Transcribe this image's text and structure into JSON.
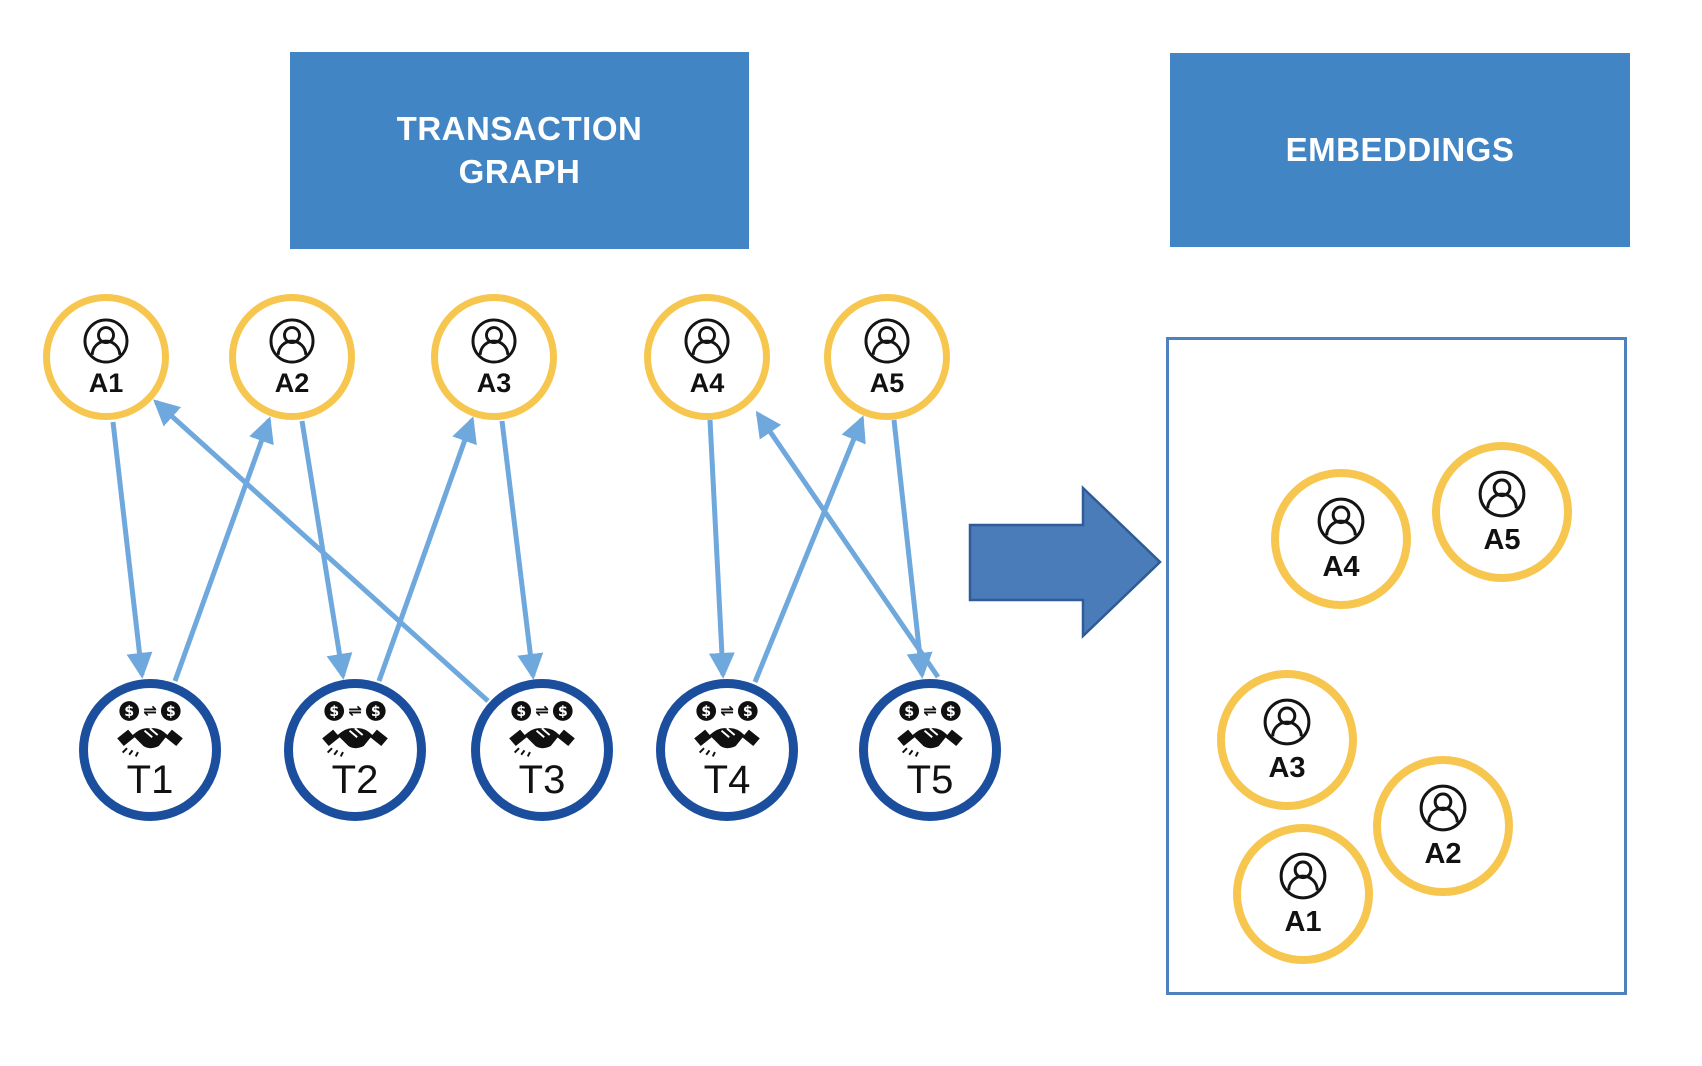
{
  "titles": {
    "transaction_graph": {
      "line1": "TRANSACTION",
      "line2": "GRAPH"
    },
    "embeddings": "EMBEDDINGS"
  },
  "colors": {
    "title_box_fill": "#4285C4",
    "title_text": "#FFFFFF",
    "account_ring_yellow": "#F6C64E",
    "transaction_ring_navy": "#1B4F9E",
    "edge_arrow_blue": "#6FA8DC",
    "block_arrow_fill": "#4A7CBA",
    "block_arrow_border": "#2F5B96",
    "embedding_box_border": "#4E81BD",
    "label_text": "#111111"
  },
  "transaction_graph": {
    "accounts": [
      {
        "id": "A1",
        "label": "A1"
      },
      {
        "id": "A2",
        "label": "A2"
      },
      {
        "id": "A3",
        "label": "A3"
      },
      {
        "id": "A4",
        "label": "A4"
      },
      {
        "id": "A5",
        "label": "A5"
      }
    ],
    "transactions": [
      {
        "id": "T1",
        "label": "T1"
      },
      {
        "id": "T2",
        "label": "T2"
      },
      {
        "id": "T3",
        "label": "T3"
      },
      {
        "id": "T4",
        "label": "T4"
      },
      {
        "id": "T5",
        "label": "T5"
      }
    ],
    "edges": [
      {
        "from": "A1",
        "to": "T1"
      },
      {
        "from": "T1",
        "to": "A2"
      },
      {
        "from": "A2",
        "to": "T2"
      },
      {
        "from": "T2",
        "to": "A3"
      },
      {
        "from": "A3",
        "to": "T3"
      },
      {
        "from": "T3",
        "to": "A1"
      },
      {
        "from": "A4",
        "to": "T4"
      },
      {
        "from": "T4",
        "to": "A5"
      },
      {
        "from": "A5",
        "to": "T5"
      },
      {
        "from": "T5",
        "to": "A4"
      }
    ]
  },
  "embeddings_plot": {
    "nodes": [
      {
        "id": "A4",
        "label": "A4"
      },
      {
        "id": "A5",
        "label": "A5"
      },
      {
        "id": "A3",
        "label": "A3"
      },
      {
        "id": "A2",
        "label": "A2"
      },
      {
        "id": "A1",
        "label": "A1"
      }
    ]
  },
  "icons": {
    "account": "person-icon",
    "transaction": "money-exchange-handshake-icon",
    "transform": "right-block-arrow"
  }
}
